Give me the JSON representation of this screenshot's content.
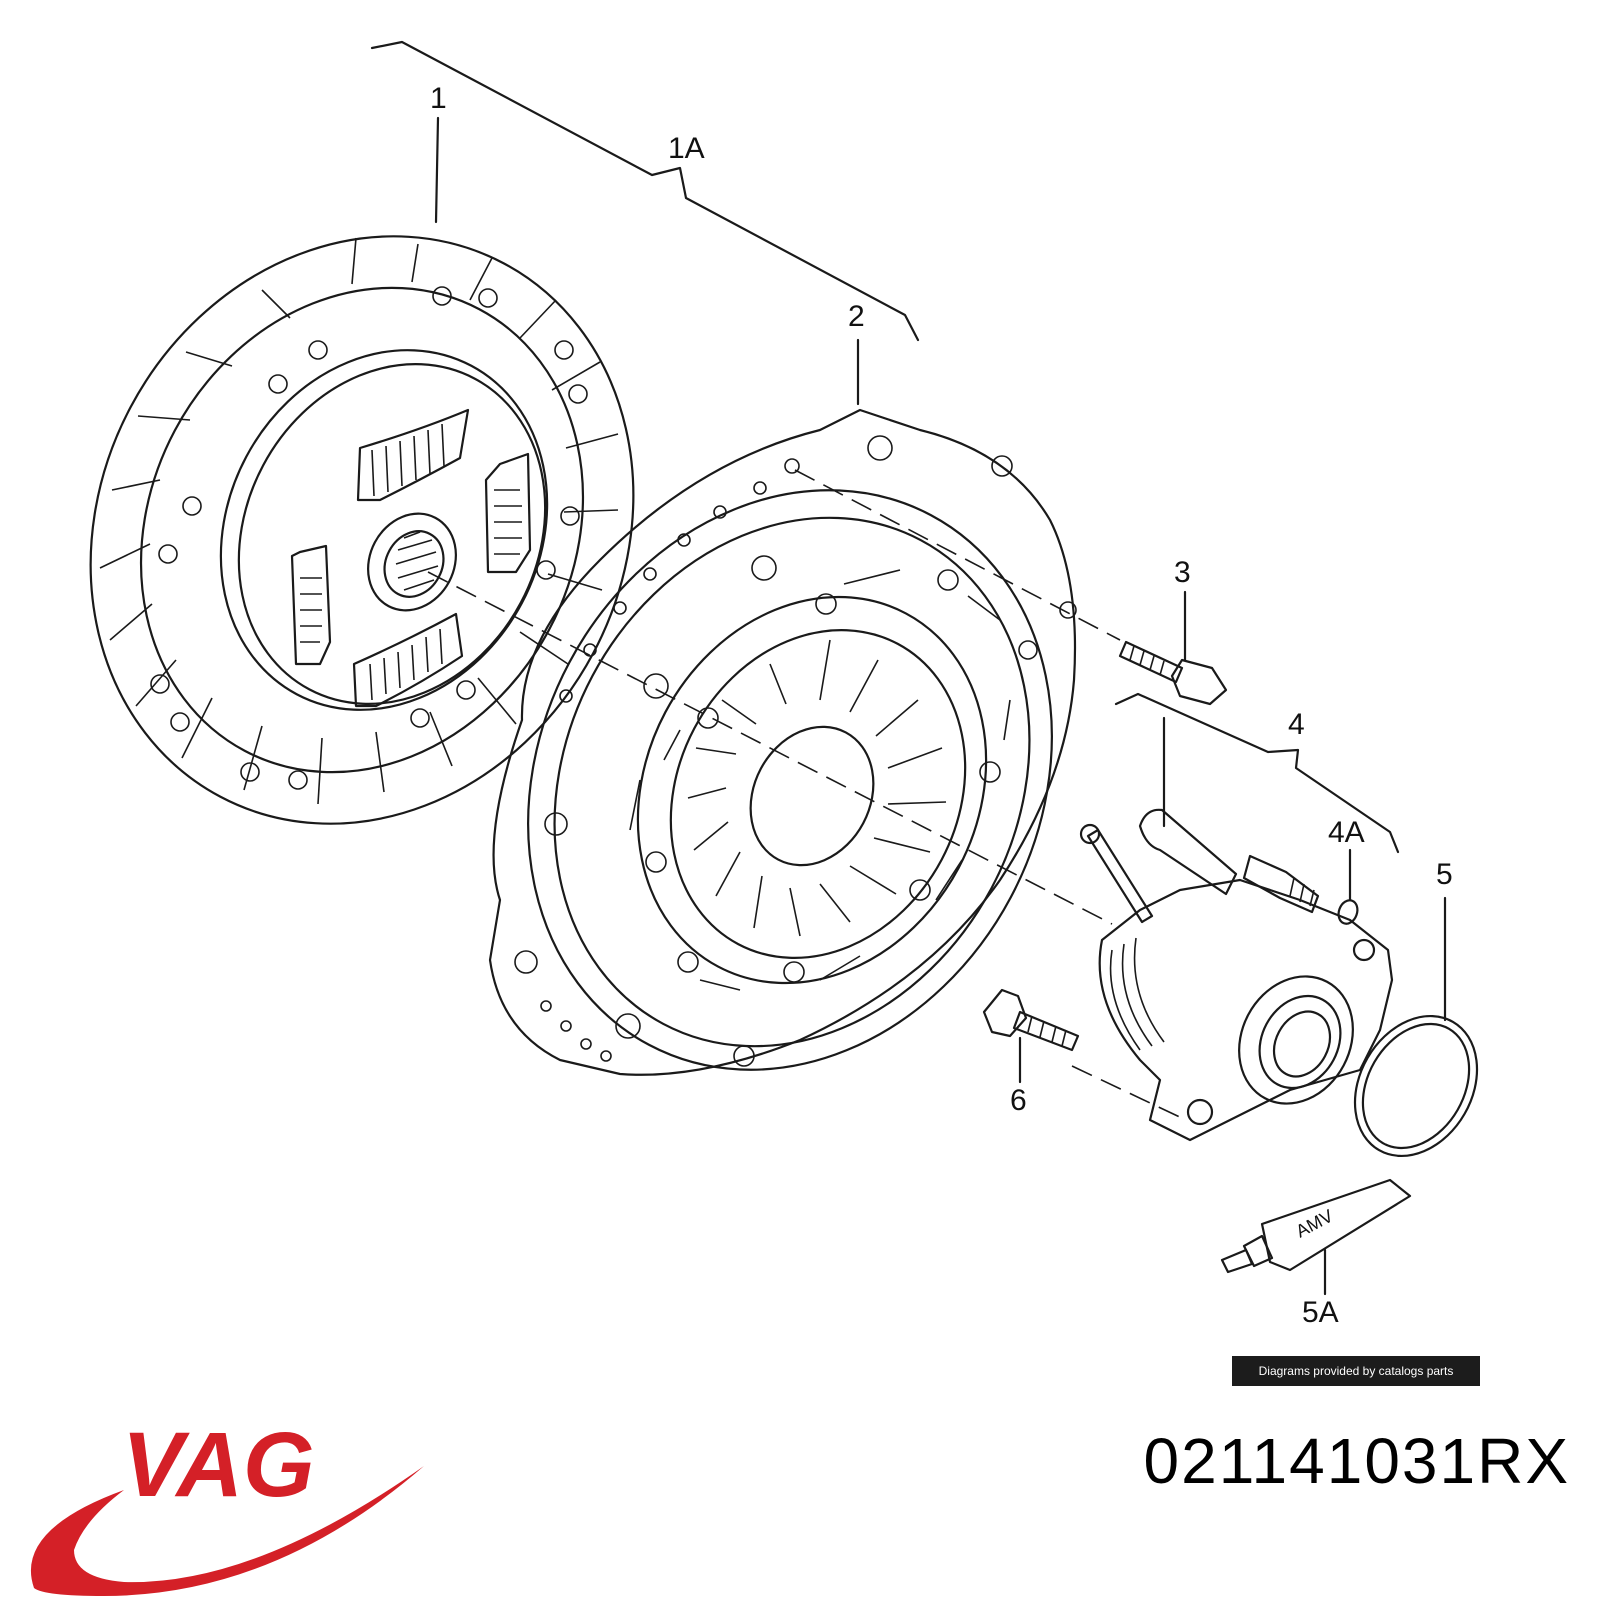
{
  "diagram": {
    "callouts": {
      "c1": "1",
      "c1A": "1A",
      "c2": "2",
      "c3": "3",
      "c4": "4",
      "c4A": "4A",
      "c5": "5",
      "c5A": "5A",
      "c6": "6"
    },
    "tube_label": "AMV"
  },
  "watermark": "Diagrams provided by catalogs parts",
  "brand": {
    "logo_text": "VAG",
    "logo_color": "#d42027"
  },
  "part_number": "021141031RX"
}
